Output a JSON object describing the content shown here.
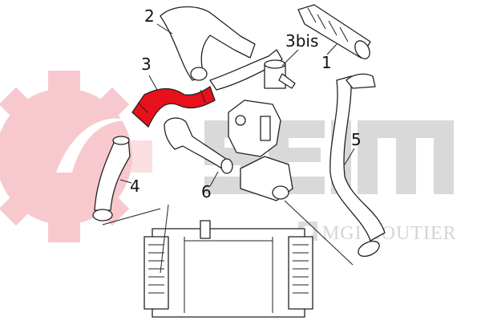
{
  "diagram": {
    "callouts": [
      {
        "id": "2",
        "label": "2"
      },
      {
        "id": "3bis",
        "label": "3bis"
      },
      {
        "id": "1",
        "label": "1"
      },
      {
        "id": "3",
        "label": "3"
      },
      {
        "id": "5",
        "label": "5"
      },
      {
        "id": "4",
        "label": "4"
      },
      {
        "id": "6",
        "label": "6"
      }
    ],
    "highlighted_part": "3",
    "colors": {
      "highlight": "#e8101a",
      "watermark_gear": "#f7c9cf",
      "watermark_text": "#d6d6d6",
      "line": "#222222"
    }
  },
  "watermarks": {
    "brand_main": "SEIM",
    "brand_secondary": "MGI COUTIER"
  }
}
